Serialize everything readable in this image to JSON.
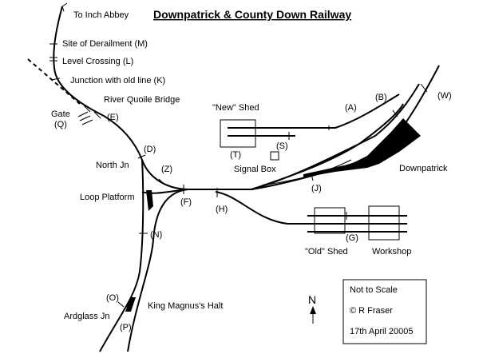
{
  "title": "Downpatrick & County Down Railway",
  "labels": {
    "inch_abbey": "To Inch Abbey",
    "derailment": "Site of Derailment  (M)",
    "level_crossing": "Level Crossing  (L)",
    "junction_old": "Junction with old line  (K)",
    "quoile": "River Quoile Bridge",
    "gate": "Gate",
    "q": "(Q)",
    "e": "(E)",
    "d": "(D)",
    "north_jn": "North Jn",
    "z": "(Z)",
    "loop_platform": "Loop Platform",
    "f": "(F)",
    "h": "(H)",
    "n": "(N)",
    "o": "(O)",
    "ardglass": "Ardglass Jn",
    "p": "(P)",
    "king_magnus": "King Magnus's Halt",
    "new_shed": "\"New\" Shed",
    "t": "(T)",
    "s": "(S)",
    "signal_box": "Signal Box",
    "a": "(A)",
    "b": "(B)",
    "w": "(W)",
    "downpatrick": "Downpatrick",
    "j": "(J)",
    "g": "(G)",
    "old_shed": "\"Old\" Shed",
    "workshop": "Workshop",
    "north": "N"
  },
  "legend": {
    "scale": "Not to Scale",
    "copyright": "© R Fraser",
    "date": "17th April 20005"
  }
}
